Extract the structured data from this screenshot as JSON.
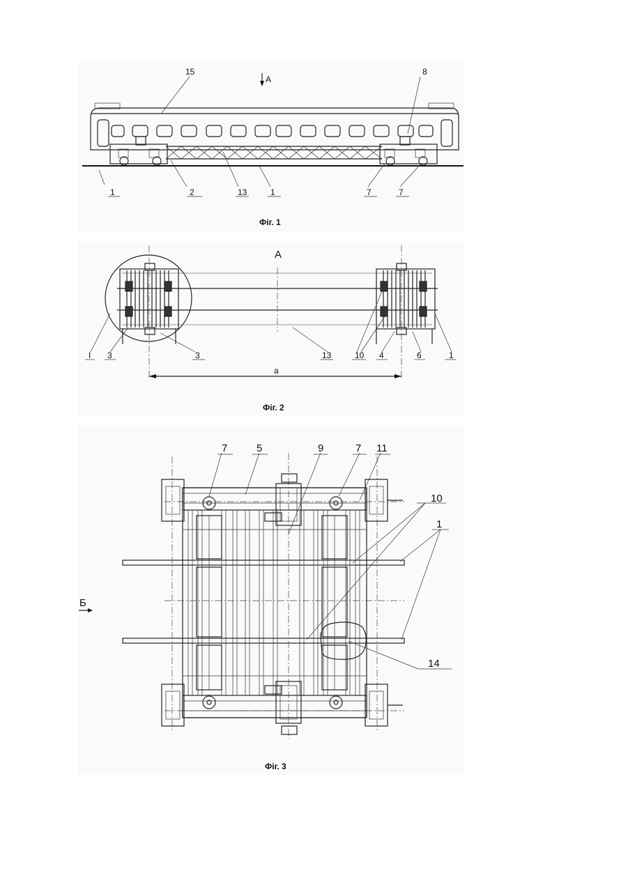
{
  "figures": {
    "fig1": {
      "caption": "Фіг. 1",
      "view_marker": "A",
      "labels": [
        "15",
        "8",
        "1",
        "2",
        "13",
        "1",
        "7",
        "7"
      ]
    },
    "fig2": {
      "caption": "Фіг. 2",
      "view_title": "A",
      "dimension": "a",
      "labels": [
        "I",
        "3",
        "3",
        "13",
        "10",
        "4",
        "6",
        "1"
      ]
    },
    "fig3": {
      "caption": "Фіг. 3",
      "view_marker": "Б",
      "labels": [
        "7",
        "5",
        "9",
        "7",
        "11",
        "10",
        "1",
        "14"
      ]
    }
  }
}
